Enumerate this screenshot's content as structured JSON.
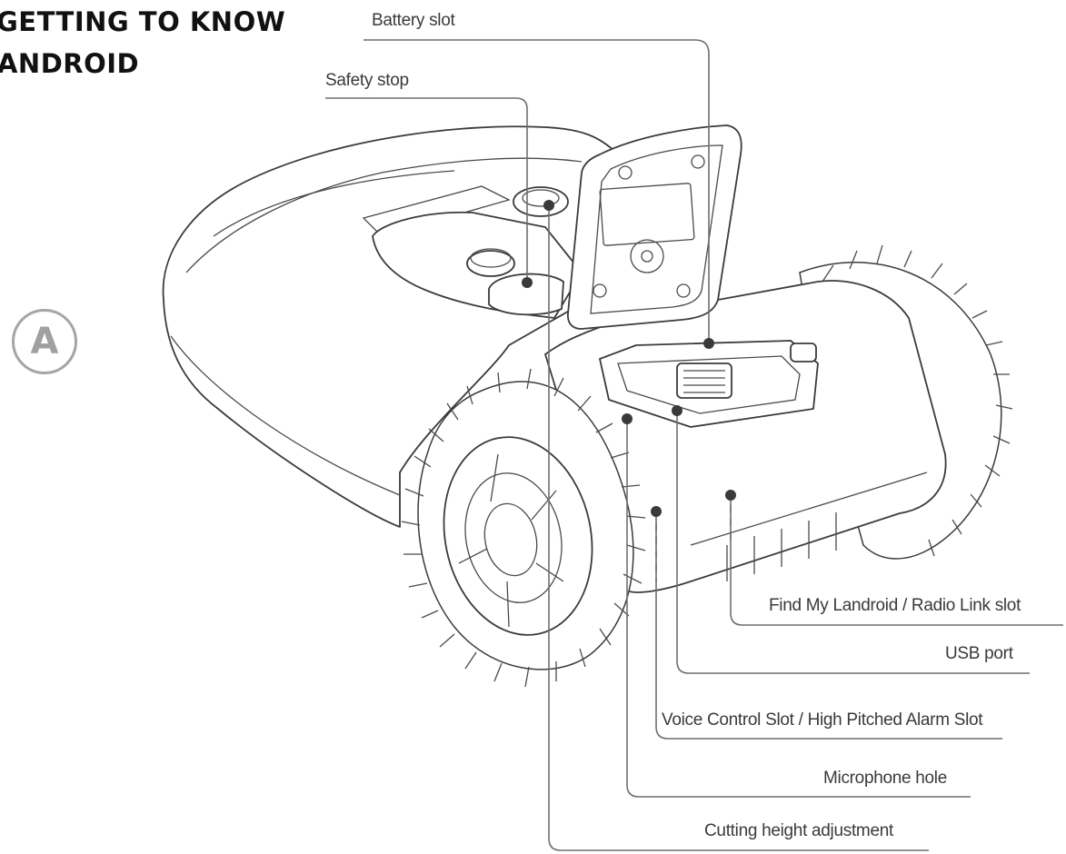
{
  "heading": {
    "line1": "GETTING TO KNOW",
    "line2": "LANDROID"
  },
  "section_badge": "A",
  "callouts": {
    "battery_slot": "Battery slot",
    "safety_stop": "Safety stop",
    "radio_link": "Find My Landroid / Radio Link slot",
    "usb_port": "USB port",
    "voice_control": "Voice Control Slot / High Pitched Alarm Slot",
    "microphone": "Microphone hole",
    "cutting_height": "Cutting height adjustment"
  },
  "colors": {
    "line": "#6f6f6f",
    "text": "#3a3a3a",
    "badge": "#a0a0a0"
  }
}
